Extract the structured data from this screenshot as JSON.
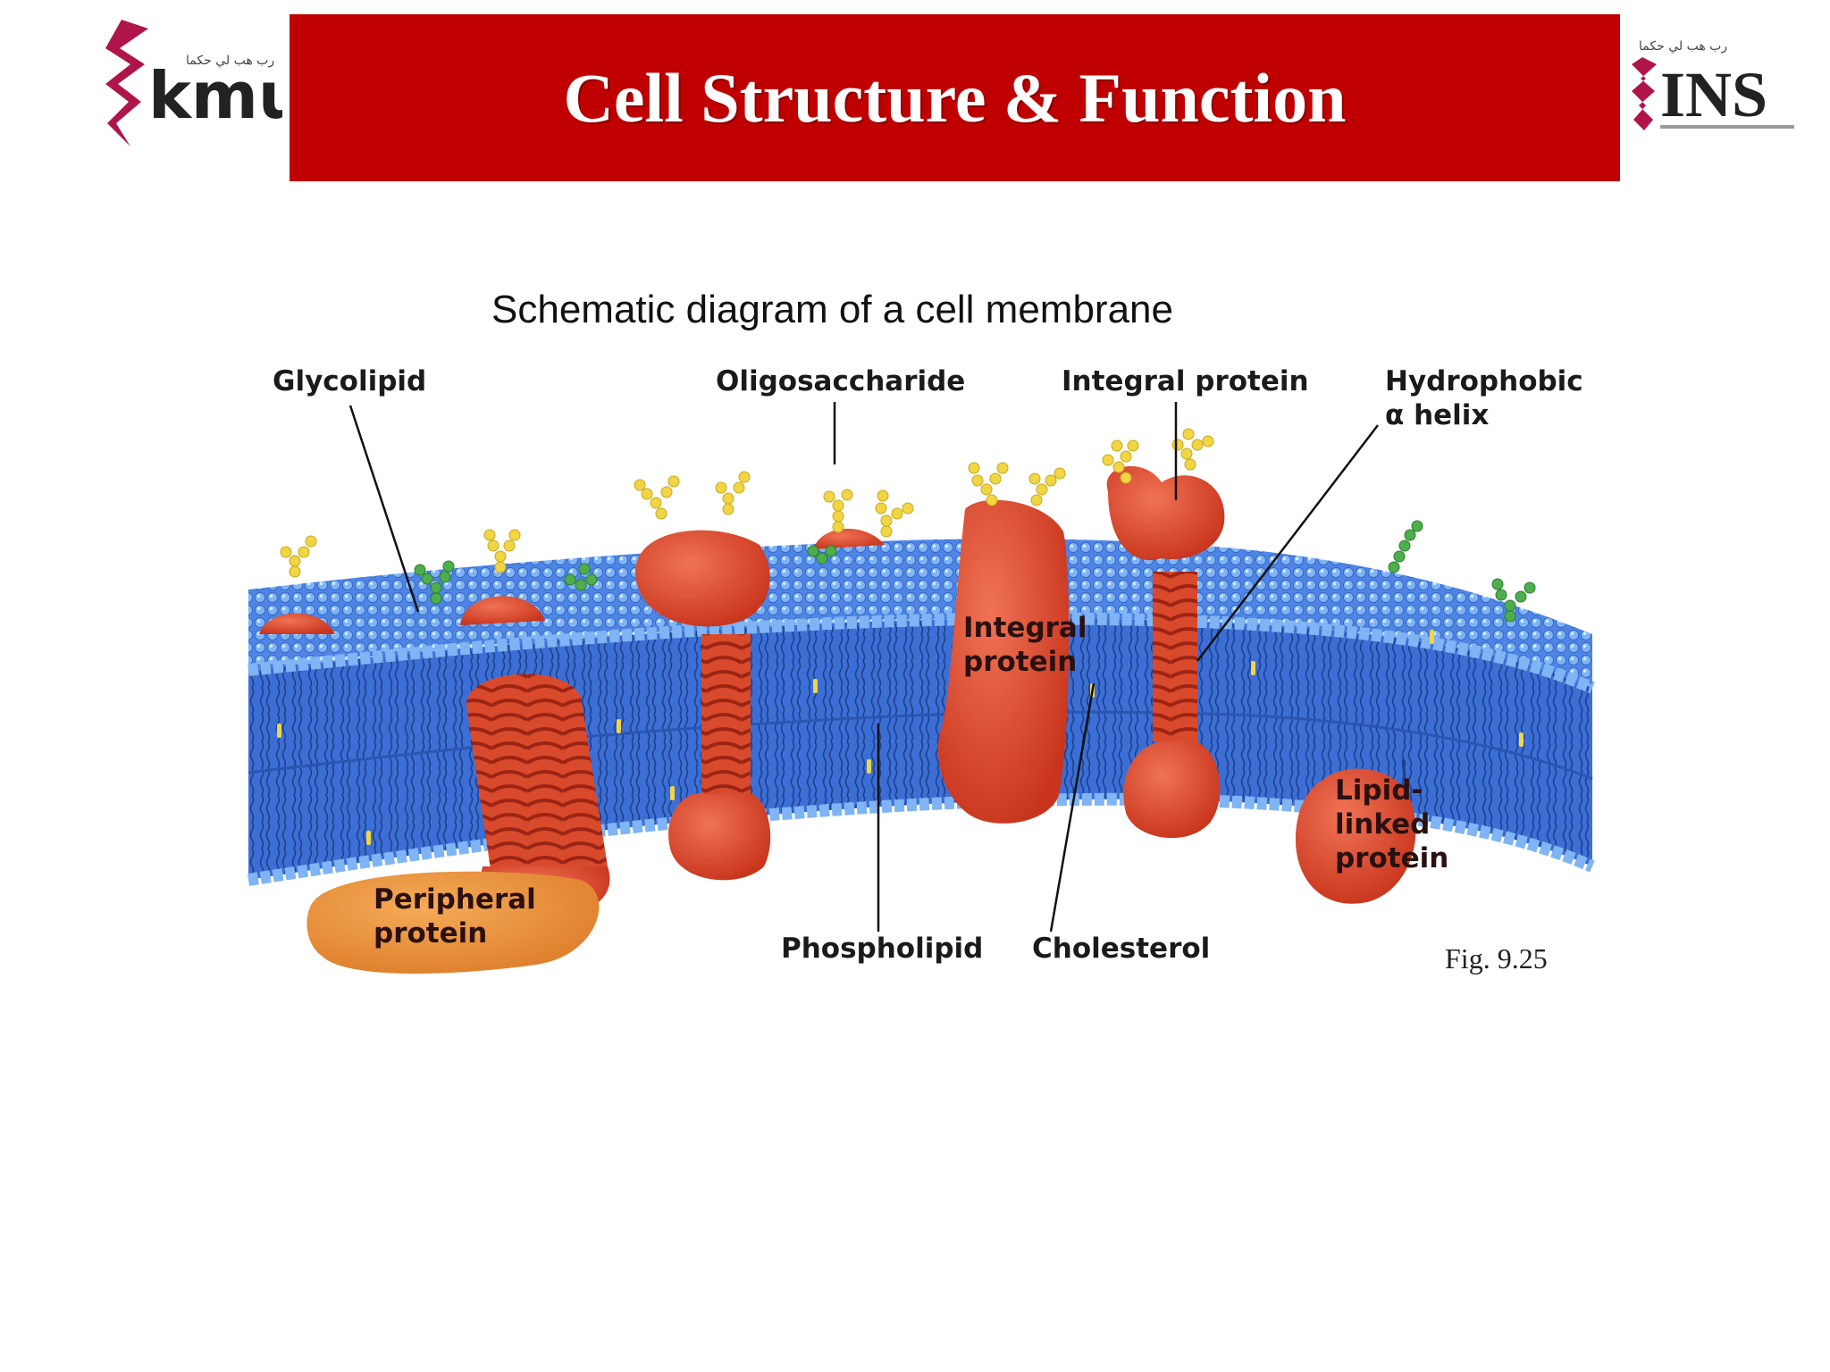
{
  "header": {
    "title": "Cell Structure & Function",
    "left_logo_text": "kmu",
    "left_logo_script": "رب هب لي حكما",
    "right_logo_text": "INS",
    "right_logo_script": "رب هب لي حكما"
  },
  "diagram": {
    "title": "Schematic diagram of a cell membrane",
    "labels": {
      "glycolipid": "Glycolipid",
      "oligosaccharide": "Oligosaccharide",
      "integral_protein_top": "Integral protein",
      "hydrophobic_line1": "Hydrophobic",
      "hydrophobic_line2": "α helix",
      "integral_inner_line1": "Integral",
      "integral_inner_line2": "protein",
      "lipid_linked_line1": "Lipid-",
      "lipid_linked_line2": "linked",
      "lipid_linked_line3": "protein",
      "peripheral_line1": "Peripheral",
      "peripheral_line2": "protein",
      "phospholipid": "Phospholipid",
      "cholesterol": "Cholesterol"
    },
    "figure_ref": "Fig. 9.25"
  },
  "colors": {
    "banner_red": "#c00000",
    "membrane_blue": "#3f73d9",
    "head_blue": "#6fa8f0",
    "protein_red": "#d9452a",
    "peripheral_orange": "#e8923a",
    "sugar_yellow": "#f2d545",
    "sugar_green": "#4cae4c"
  }
}
